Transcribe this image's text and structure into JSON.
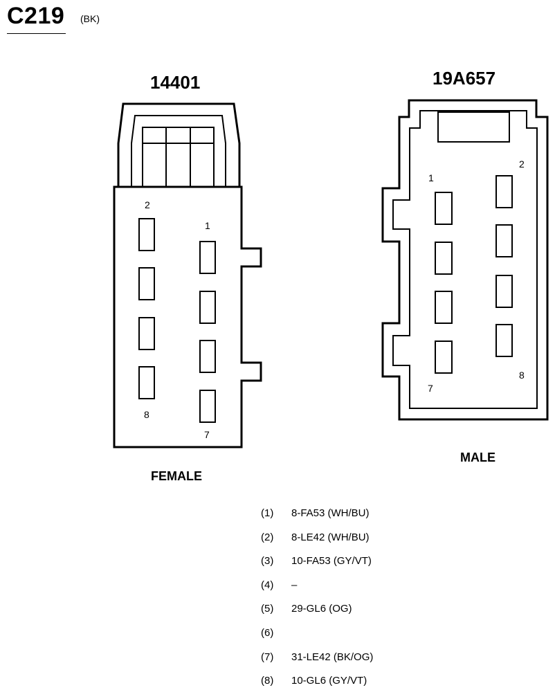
{
  "connector": {
    "id": "C219",
    "color": "(BK)"
  },
  "female": {
    "part_number": "14401",
    "label": "FEMALE",
    "pin_labels": [
      "2",
      "1",
      "8",
      "7"
    ]
  },
  "male": {
    "part_number": "19A657",
    "label": "MALE",
    "pin_labels": [
      "1",
      "2",
      "7",
      "8"
    ]
  },
  "pinout": [
    {
      "num": "(1)",
      "desc": "8-FA53 (WH/BU)"
    },
    {
      "num": "(2)",
      "desc": "8-LE42 (WH/BU)"
    },
    {
      "num": "(3)",
      "desc": "10-FA53 (GY/VT)"
    },
    {
      "num": "(4)",
      "desc": "–"
    },
    {
      "num": "(5)",
      "desc": "29-GL6 (OG)"
    },
    {
      "num": "(6)",
      "desc": ""
    },
    {
      "num": "(7)",
      "desc": "31-LE42 (BK/OG)"
    },
    {
      "num": "(8)",
      "desc": "10-GL6 (GY/VT)"
    }
  ]
}
